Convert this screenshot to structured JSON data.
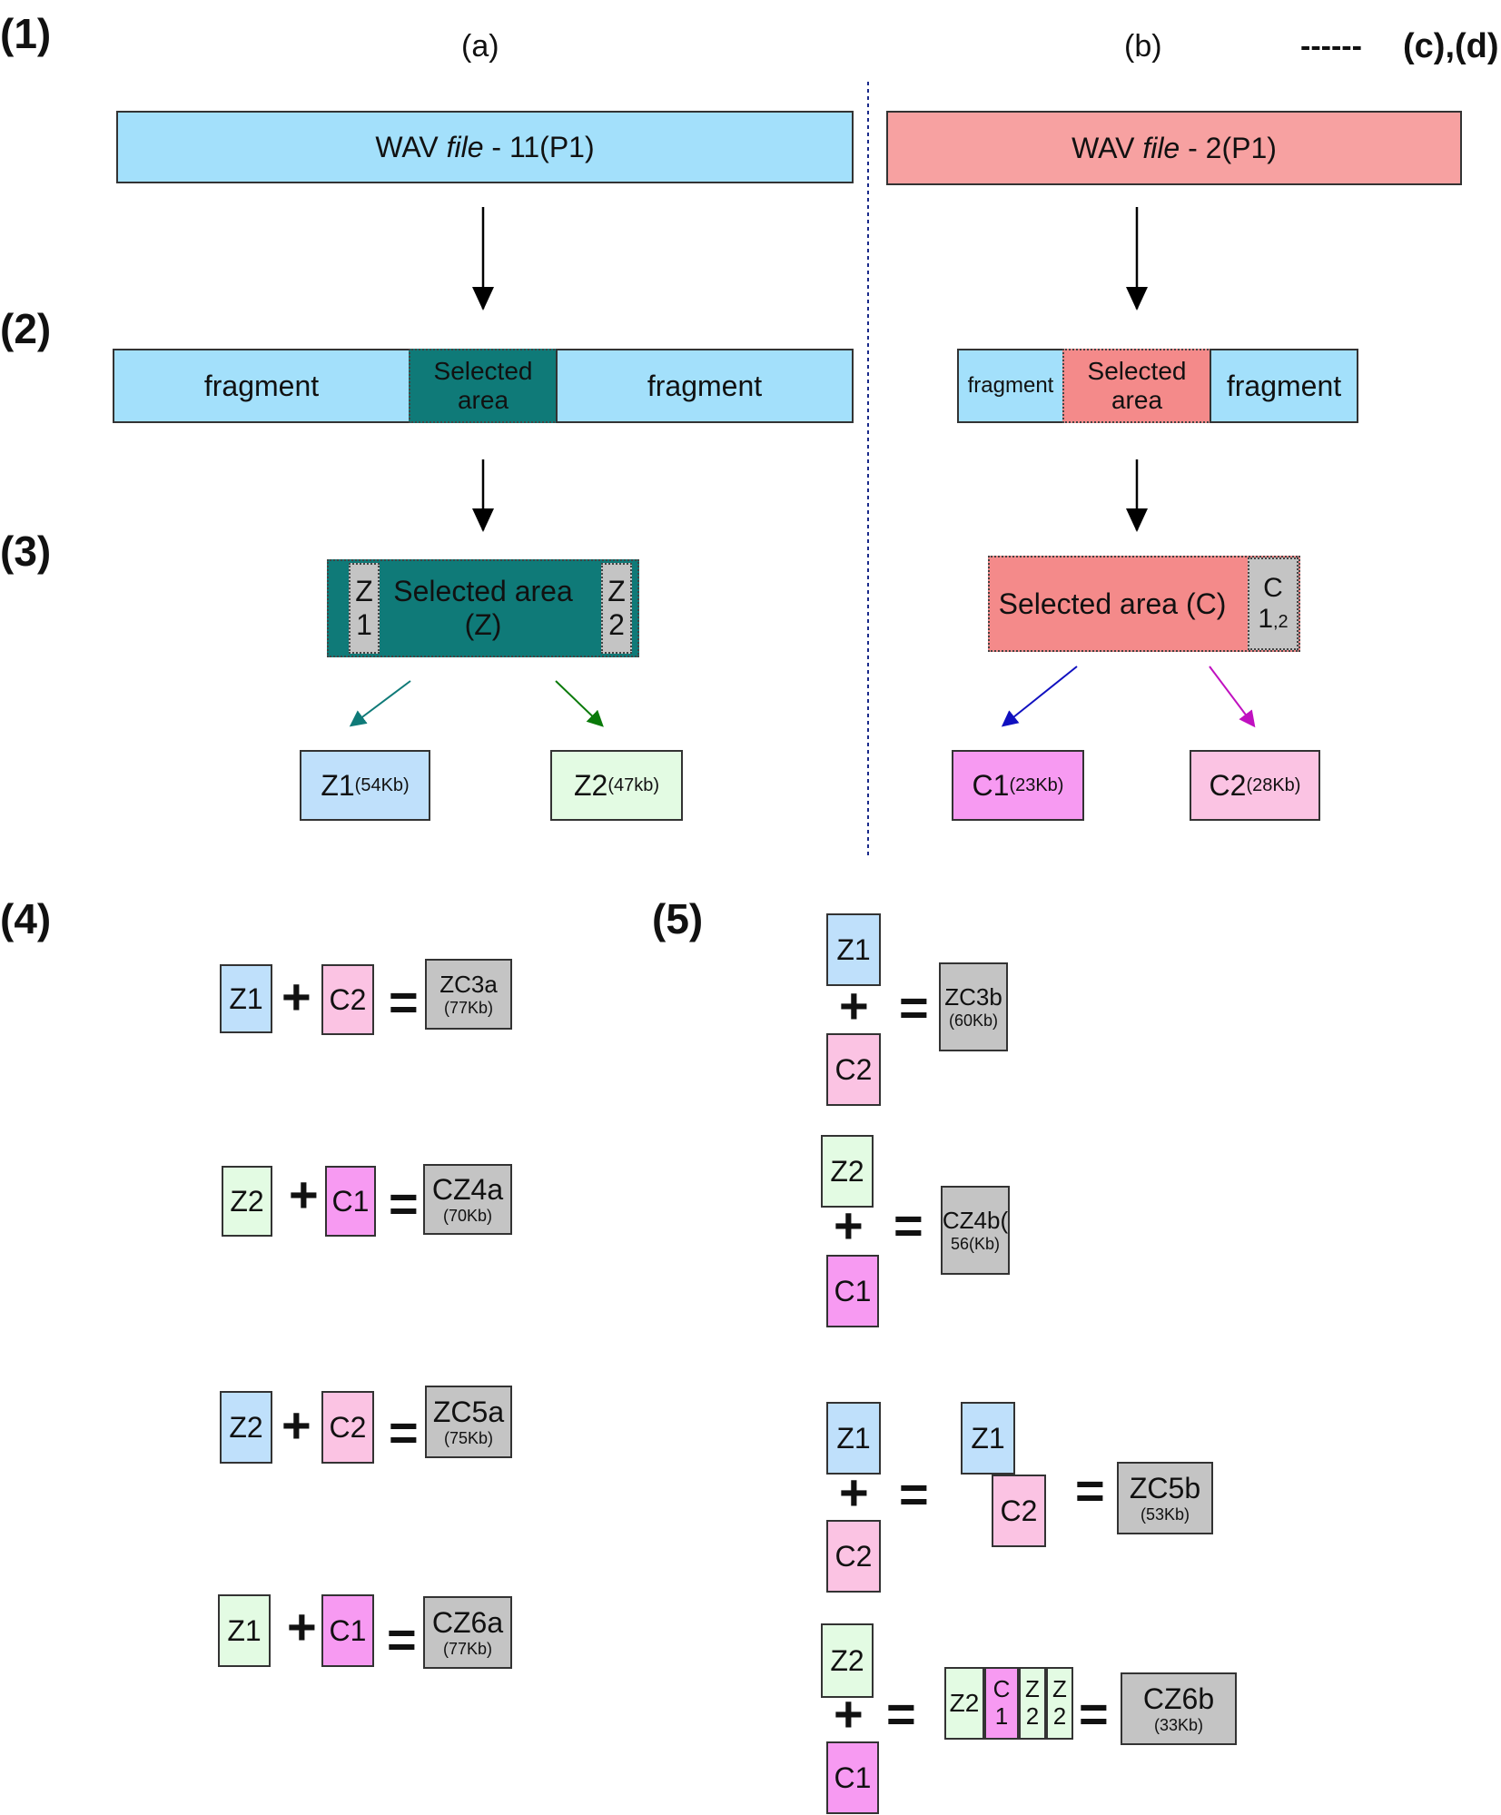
{
  "step_labels": {
    "s1": "(1)",
    "s2": "(2)",
    "s3": "(3)",
    "s4": "(4)",
    "s5": "(5)"
  },
  "headers": {
    "a": "(a)",
    "b": "(b)",
    "dash": "------",
    "cd": "(c),(d)"
  },
  "step1": {
    "left": {
      "prefix": "WAV ",
      "italic": "file",
      "suffix": " - 11(P1)"
    },
    "right": {
      "prefix": "WAV ",
      "italic": "file",
      "suffix": " - 2(P1)"
    }
  },
  "step2": {
    "left": {
      "frag1": "fragment",
      "sel": "Selected area",
      "frag2": "fragment"
    },
    "right": {
      "frag1": "fragment",
      "sel": "Selected area",
      "frag2": "fragment"
    }
  },
  "step3": {
    "left": {
      "z1a": "Z",
      "z1b": "1",
      "sel": "Selected area (Z)",
      "z2a": "Z",
      "z2b": "2"
    },
    "right": {
      "sel": "Selected area (C)",
      "ca": "C",
      "cb": "1",
      "cc": ",2"
    },
    "outputs": {
      "z1": {
        "name": "Z1",
        "size": "(54Kb)"
      },
      "z2": {
        "name": "Z2",
        "size": "(47kb)"
      },
      "c1": {
        "name": "C1",
        "size": "(23Kb)"
      },
      "c2": {
        "name": "C2",
        "size": "(28Kb)"
      }
    }
  },
  "step4": [
    {
      "a": "Z1",
      "b": "C2",
      "res": "ZC3a",
      "size": "(77Kb)"
    },
    {
      "a": "Z2",
      "b": "C1",
      "res": "CZ4a",
      "size": "(70Kb)"
    },
    {
      "a": "Z2",
      "b": "C2",
      "res": "ZC5a",
      "size": "(75Kb)"
    },
    {
      "a": "Z1",
      "b": "C1",
      "res": "CZ6a",
      "size": "(77Kb)"
    }
  ],
  "step5": {
    "r1": {
      "a": "Z1",
      "b": "C2",
      "res": "ZC3b",
      "size": "(60Kb)"
    },
    "r2": {
      "a": "Z2",
      "b": "C1",
      "res": "CZ4b(",
      "size": "56(Kb)"
    },
    "r3": {
      "a": "Z1",
      "b": "C2",
      "mid_a": "Z1",
      "mid_b": "C2",
      "res": "ZC5b",
      "size": "(53Kb)"
    },
    "r4": {
      "a": "Z2",
      "b": "C1",
      "m1": "Z2",
      "m2a": "C",
      "m2b": "1",
      "m3a": "Z",
      "m3b": "2",
      "m4a": "Z",
      "m4b": "2",
      "res": "CZ6b",
      "size": "(33Kb)"
    }
  },
  "operators": {
    "plus": "+",
    "equals": "="
  }
}
